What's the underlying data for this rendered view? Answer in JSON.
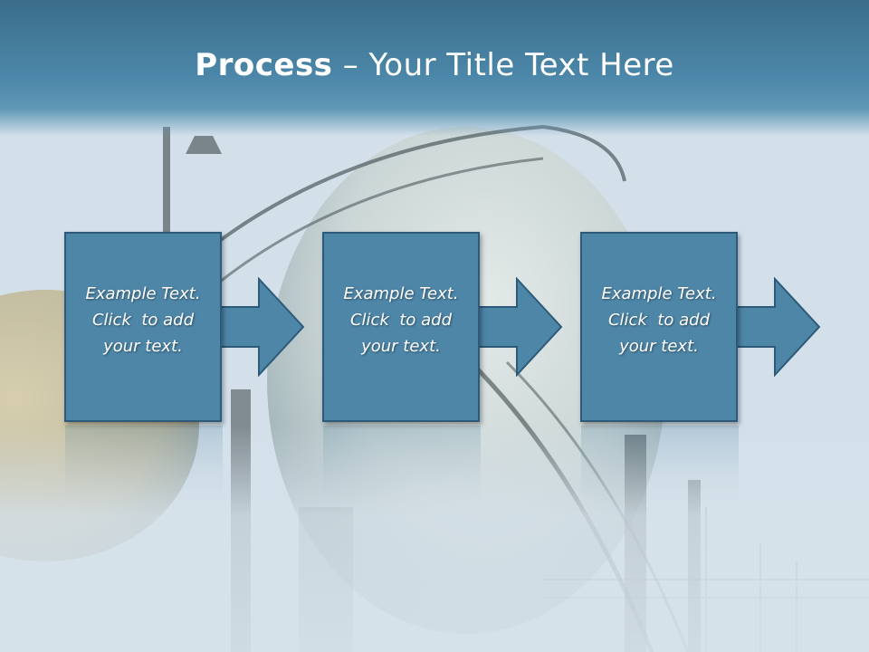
{
  "slide": {
    "title_bold": "Process",
    "title_rest": " – Your Title Text Here"
  },
  "steps": [
    {
      "line1": "Example Text.",
      "line2": "Click  to add",
      "line3": "your text."
    },
    {
      "line1": "Example Text.",
      "line2": "Click  to add",
      "line3": "your text."
    },
    {
      "line1": "Example Text.",
      "line2": "Click  to add",
      "line3": "your text."
    }
  ],
  "colors": {
    "title_band": "#3b6e8a",
    "box_fill": "#4e86a8",
    "box_border": "#2c5a78",
    "text": "#ffffff"
  },
  "icons": [
    "right-arrow-icon"
  ]
}
